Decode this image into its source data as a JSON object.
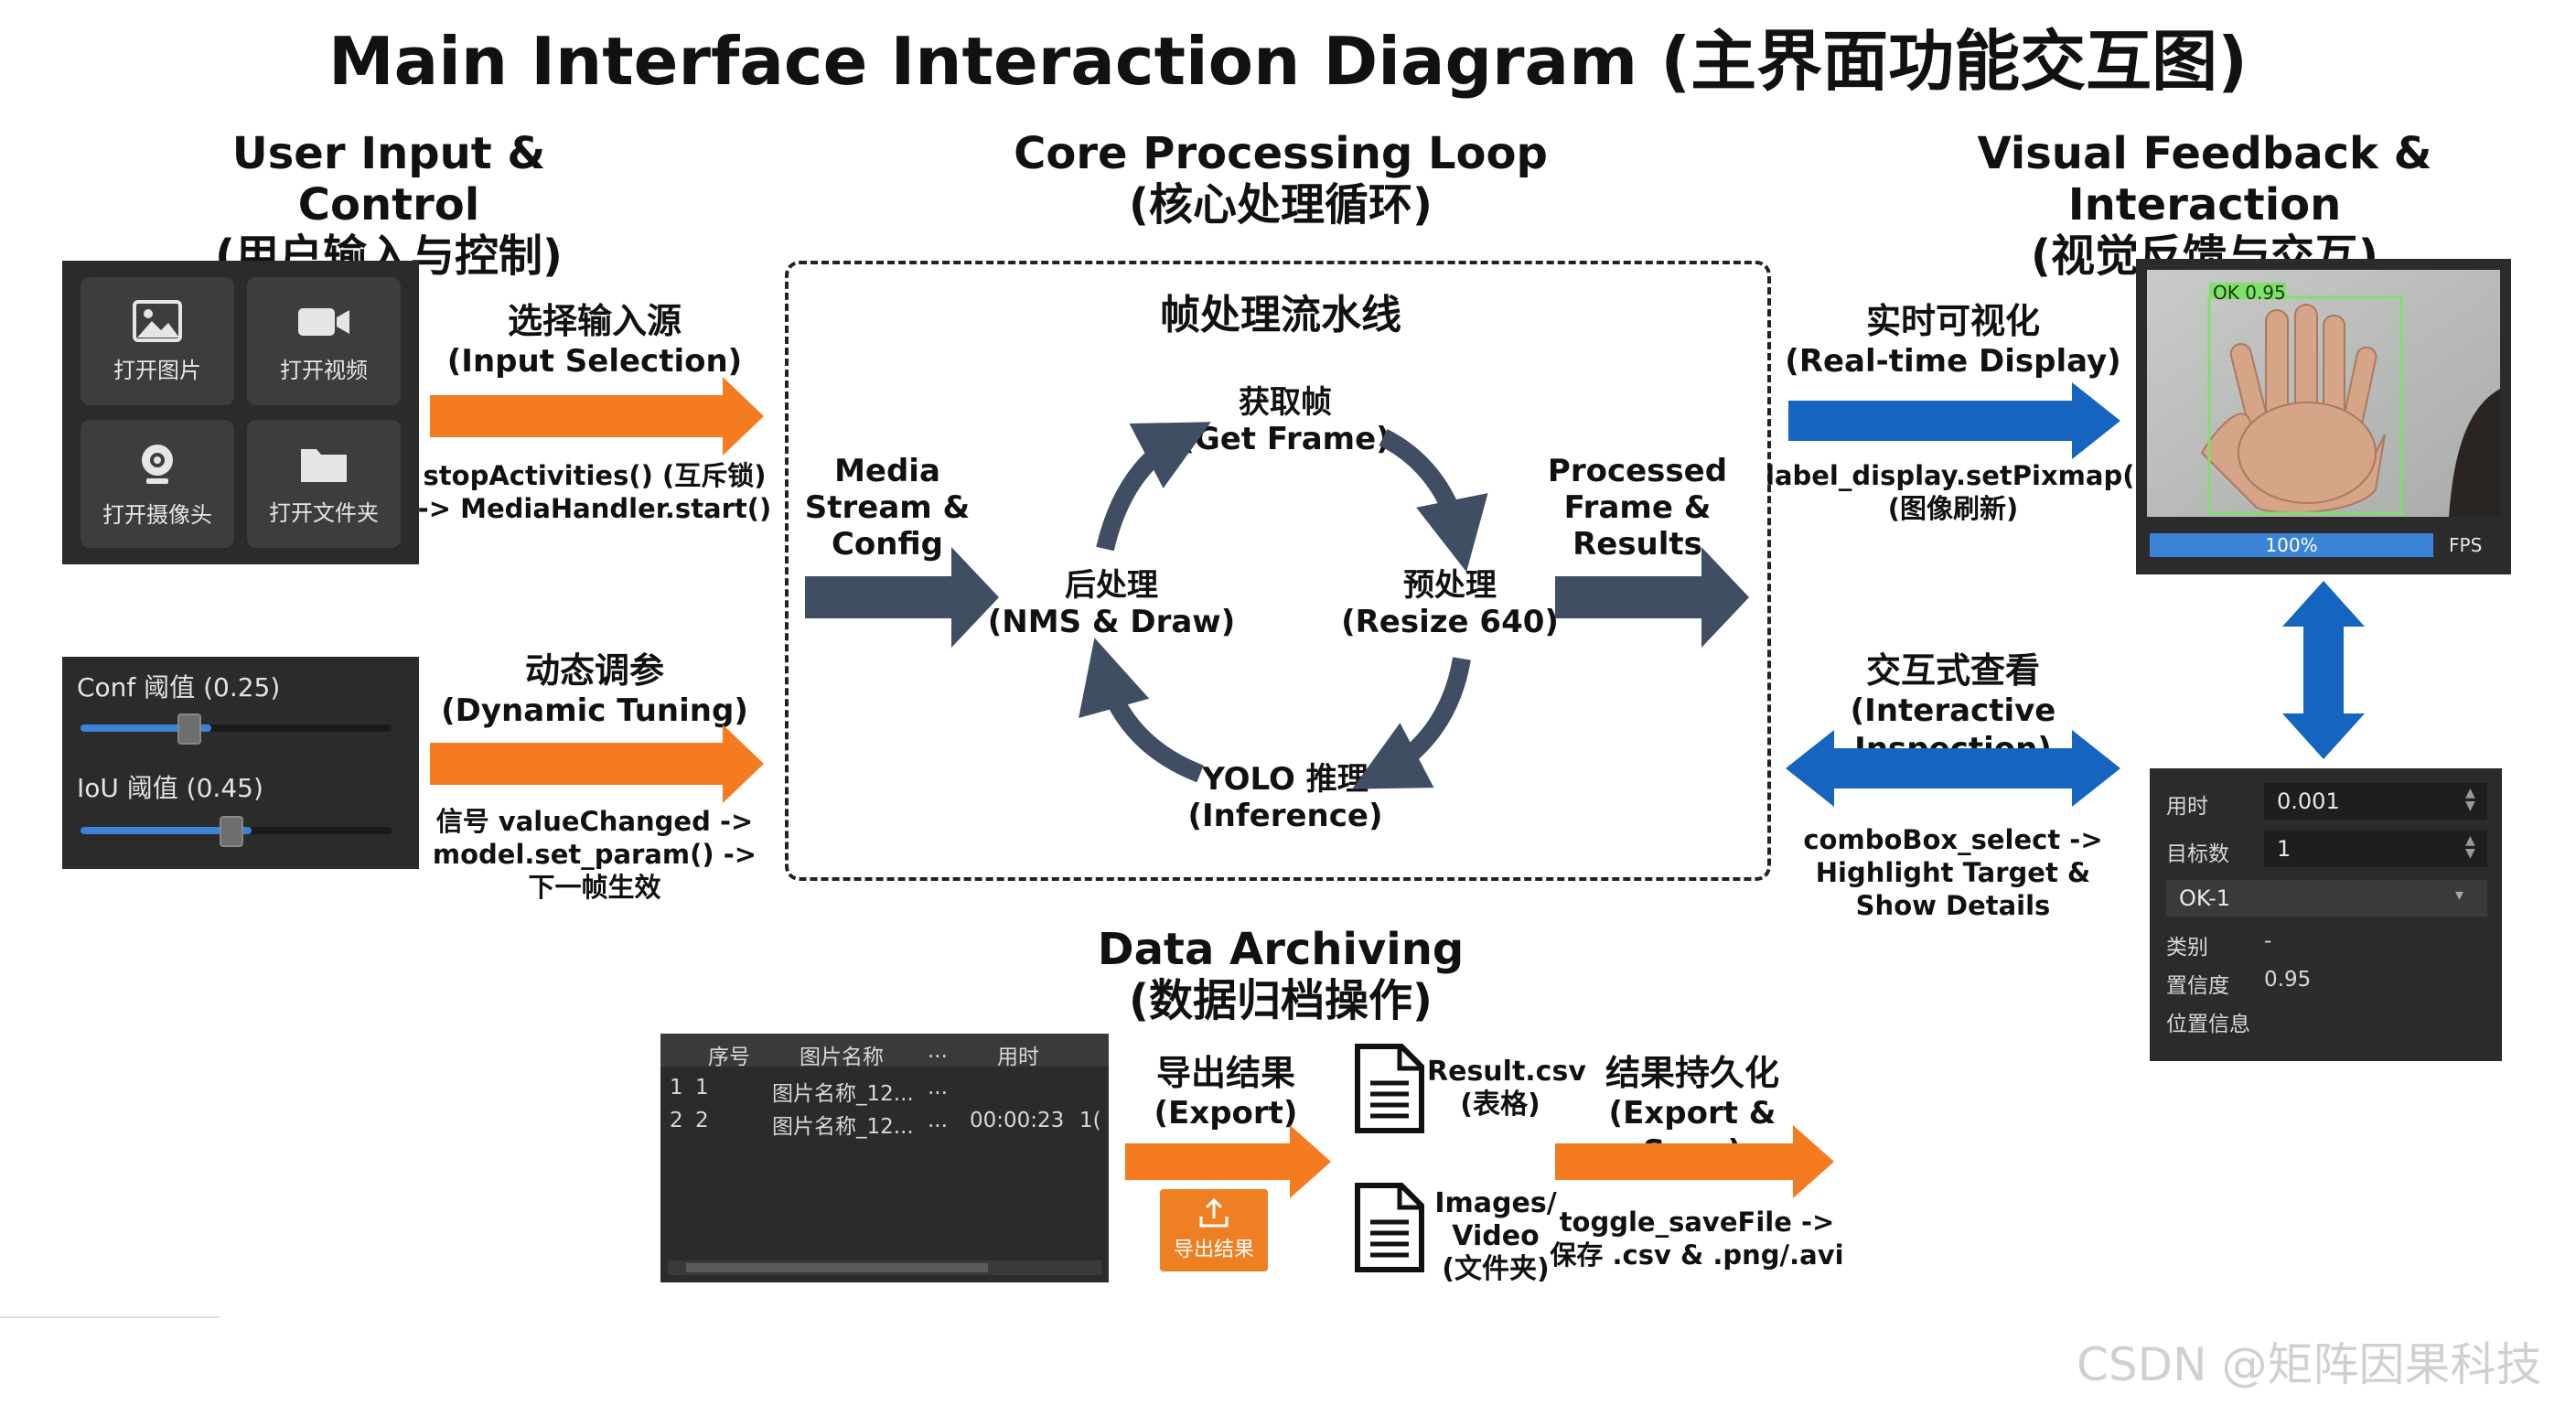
{
  "title": "Main Interface Interaction Diagram (主界面功能交互图)",
  "sections": {
    "input": [
      "User Input & Control",
      "(用户输入与控制)"
    ],
    "core": [
      "Core Processing Loop",
      "(核心处理循环)"
    ],
    "visual": [
      "Visual Feedback & Interaction",
      "(视觉反馈与交互)"
    ],
    "archive": [
      "Data Archiving",
      "(数据归档操作)"
    ]
  },
  "input_panel": {
    "buttons": [
      {
        "label": "打开图片",
        "icon": "image-icon"
      },
      {
        "label": "打开视频",
        "icon": "video-camera-icon"
      },
      {
        "label": "打开摄像头",
        "icon": "webcam-icon"
      },
      {
        "label": "打开文件夹",
        "icon": "folder-icon"
      }
    ]
  },
  "sliders": {
    "conf": {
      "label": "Conf 阈值 (0.25)",
      "value": 0.25
    },
    "iou": {
      "label": "IoU 阈值 (0.45)",
      "value": 0.45
    }
  },
  "arrows_left": {
    "input_selection": {
      "zh": "选择输入源",
      "en": "(Input Selection)",
      "code": [
        "stopActivities() (互斥锁)",
        "-> MediaHandler.start()"
      ]
    },
    "dynamic_tuning": {
      "zh": "动态调参",
      "en": "(Dynamic Tuning)",
      "code": [
        "信号 valueChanged ->",
        "model.set_param() ->",
        "下一帧生效"
      ]
    }
  },
  "core_loop": {
    "box_title": "帧处理流水线",
    "media_in": [
      "Media",
      "Stream &",
      "Config"
    ],
    "media_out": [
      "Processed",
      "Frame &",
      "Results"
    ],
    "steps": {
      "get_frame": [
        "获取帧",
        "(Get Frame)"
      ],
      "preprocess": [
        "预处理",
        "(Resize 640)"
      ],
      "inference": [
        "YOLO 推理",
        "(Inference)"
      ],
      "postprocess": [
        "后处理",
        "(NMS & Draw)"
      ]
    }
  },
  "arrows_right": {
    "realtime": {
      "zh": "实时可视化",
      "en": "(Real-time Display)",
      "code": [
        "label_display.setPixmap()",
        "(图像刷新)"
      ]
    },
    "inspection": {
      "zh": "交互式查看",
      "en": "(Interactive Inspection)",
      "code": [
        "comboBox_select ->",
        "Highlight Target &",
        "Show Details"
      ]
    }
  },
  "display": {
    "detection_label": "OK 0.95",
    "progress_text": "100%",
    "progress": 1.0,
    "fps_label": "FPS"
  },
  "details_panel": {
    "time_label": "用时",
    "time_value": "0.001",
    "count_label": "目标数",
    "count_value": "1",
    "target_select": "OK-1",
    "class_label": "类别",
    "class_value": "-",
    "conf_label": "置信度",
    "conf_value": "0.95",
    "pos_label": "位置信息"
  },
  "table": {
    "headers": [
      "序号",
      "图片名称",
      "...",
      "用时"
    ],
    "rows": [
      [
        "1",
        "1",
        "图片名称_12...",
        "...",
        "",
        ""
      ],
      [
        "2",
        "2",
        "图片名称_12...",
        "...",
        "00:00:23",
        "1("
      ]
    ]
  },
  "archive": {
    "export": {
      "zh": "导出结果",
      "en": "(Export)",
      "button": "导出结果"
    },
    "file1": [
      "Result.csv",
      "(表格)"
    ],
    "file2": [
      "Images/",
      "Video",
      "(文件夹)"
    ],
    "persist": {
      "zh": "结果持久化",
      "en": "(Export & Save)",
      "code": [
        "toggle_saveFile ->",
        "保存 .csv & .png/.avi"
      ]
    }
  },
  "watermark": "CSDN @矩阵因果科技",
  "colors": {
    "orange": "#f47b20",
    "blue": "#1565c0",
    "slate": "#3f4e63",
    "panel": "#2b2b2b",
    "accent": "#3b83d6"
  }
}
